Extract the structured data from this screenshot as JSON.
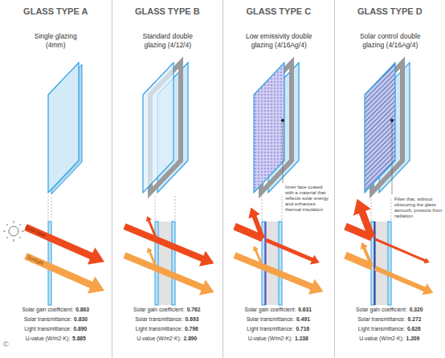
{
  "diagram": {
    "nodes": [
      {
        "text": [
          "GLASS TYPE A",
          "Single glazing (4mm)"
        ]
      },
      {
        "text": [
          "GLASS TYPE B",
          "Standard double glazing (4/12/4)"
        ]
      },
      {
        "text": [
          "GLASS TYPE C",
          "Low emissivity double glazing (4/16Ag/4)"
        ]
      },
      {
        "text": [
          "GLASS TYPE D",
          "Solar control double glazing (4/16Ag/4)"
        ]
      }
    ],
    "labels": [
      "Solar heat",
      "Sunlight",
      "Inner face coated with a material that reflects solar energy and enhances thermal insulation",
      "Filter that, without obscuring the glass asmuch, protects from radiation",
      "Solar gain coefficient:",
      "0.863",
      "Solar transmittance:",
      "0.830",
      "Light transmittance:",
      "0.890",
      "U-value (W/m2·K):",
      "5.885",
      "Solar gain coefficient:",
      "0.762",
      "Solar transmittance:",
      "0.693",
      "Light transmittance:",
      "0.796",
      "U-value (W/m2·K):",
      "2.890",
      "Solar gain coefficient:",
      "0.631",
      "Solar transmittance:",
      "0.491",
      "Light transmittance:",
      "0.716",
      "U-value (W/m2·K):",
      "1.238",
      "Solar gain coefficient:",
      "0.320",
      "Solar transmittance:",
      "0.272",
      "Light transmittance:",
      "0.626",
      "U-value (W/m2·K):",
      "1.209",
      "©"
    ]
  }
}
